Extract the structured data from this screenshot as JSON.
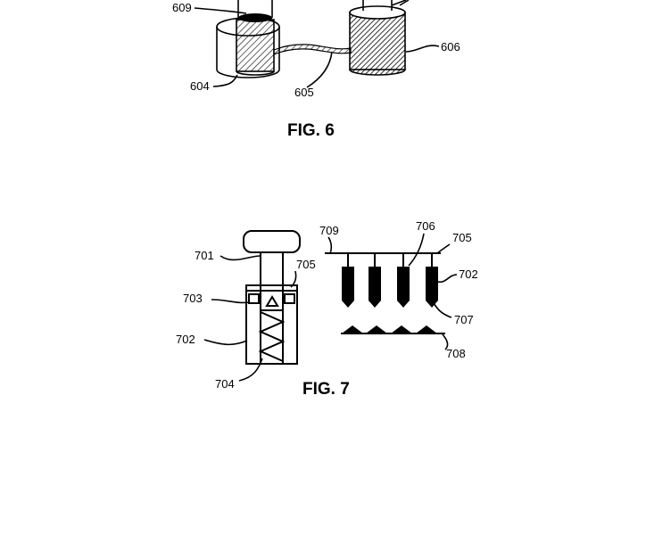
{
  "fig6": {
    "caption": "FIG. 6",
    "labels": {
      "l609": "609",
      "l604": "604",
      "l605": "605",
      "l606": "606"
    }
  },
  "fig7": {
    "caption": "FIG. 7",
    "labels": {
      "l701": "701",
      "l703": "703",
      "l702a": "702",
      "l704": "704",
      "l705a": "705",
      "l709": "709",
      "l706": "706",
      "l705b": "705",
      "l702b": "702",
      "l707": "707",
      "l708": "708"
    }
  },
  "colors": {
    "line": "#000000",
    "background": "#ffffff"
  }
}
